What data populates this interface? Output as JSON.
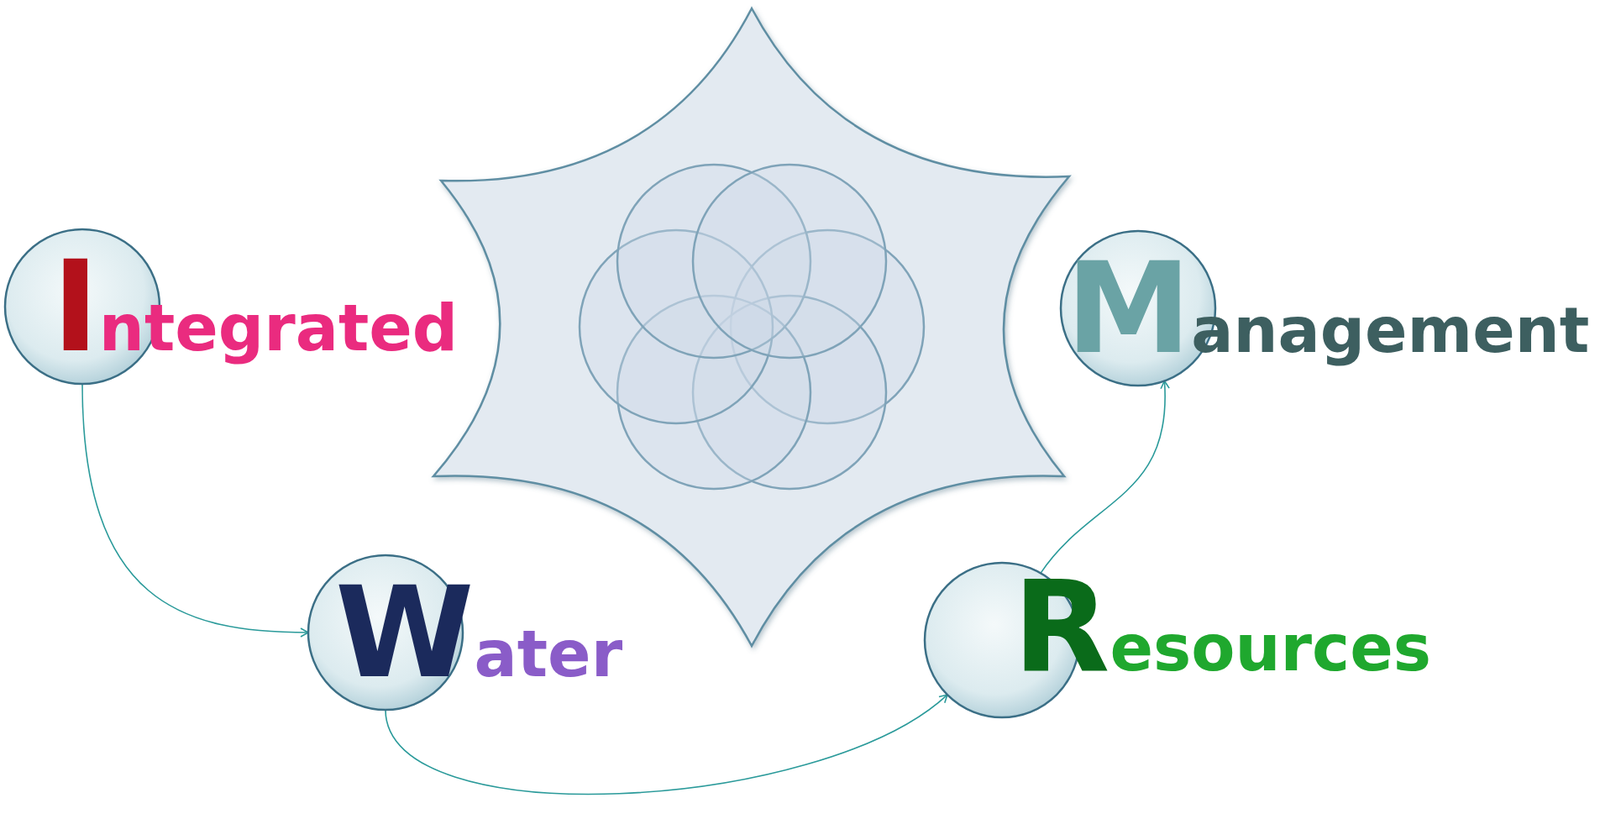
{
  "diagram": {
    "nodes": [
      {
        "text": [
          "Integrated"
        ]
      },
      {
        "text": [
          "Water"
        ]
      },
      {
        "text": [
          "Resources"
        ]
      },
      {
        "text": [
          "Management"
        ]
      }
    ],
    "edges": [
      {
        "from": 0,
        "to": 1,
        "arrow": "to"
      },
      {
        "from": 1,
        "to": 2,
        "arrow": "to"
      },
      {
        "from": 2,
        "to": 3,
        "arrow": "to"
      }
    ]
  }
}
